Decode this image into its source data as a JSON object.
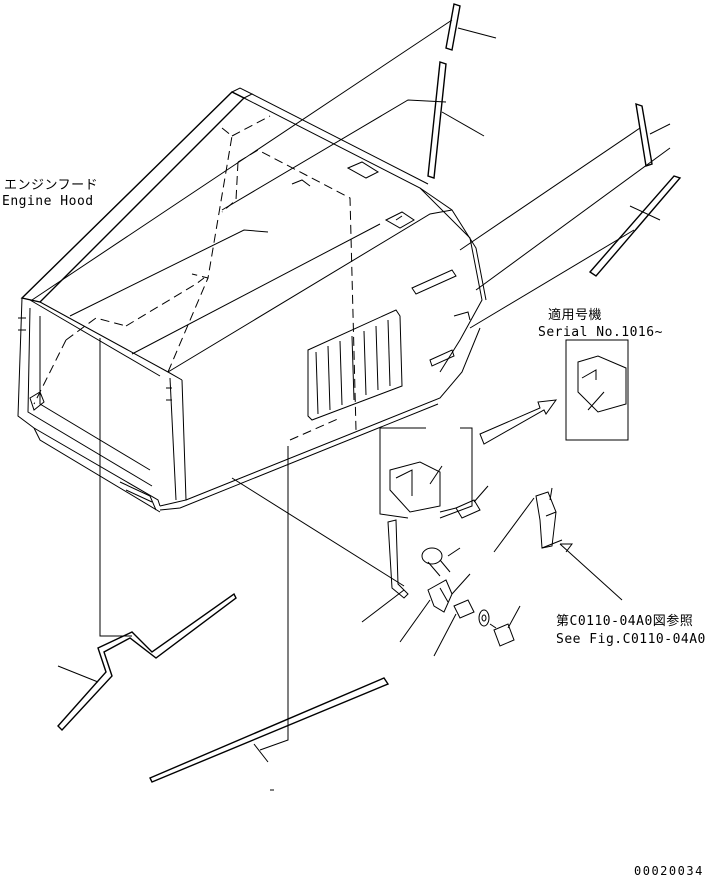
{
  "labels": {
    "engine_hood_jp": "エンジンフード",
    "engine_hood_en": "Engine Hood",
    "serial_jp": "適用号機",
    "serial_en": "Serial No.1016~",
    "fig_ref_jp": "第C0110-04A0図参照",
    "fig_ref_en": "See Fig.C0110-04A0",
    "drawing_number": "00020034"
  },
  "icons": [
    "engine-hood-drawing",
    "rubber-seal-strip",
    "bracket",
    "bolt",
    "washer",
    "clip",
    "arrow"
  ]
}
